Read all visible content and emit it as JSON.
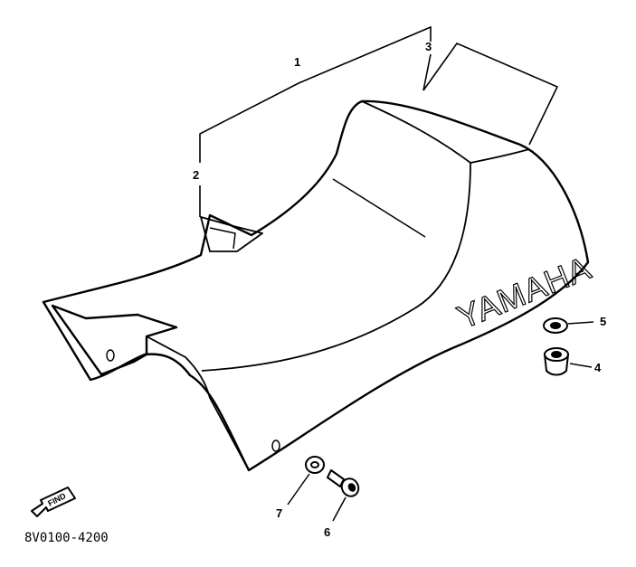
{
  "diagram": {
    "brand_logo": "YAMAHA",
    "part_code": "8V0100-4200",
    "find_label": "FIND",
    "callouts": {
      "c1": "1",
      "c2": "2",
      "c3": "3",
      "c4": "4",
      "c5": "5",
      "c6": "6",
      "c7": "7"
    }
  }
}
